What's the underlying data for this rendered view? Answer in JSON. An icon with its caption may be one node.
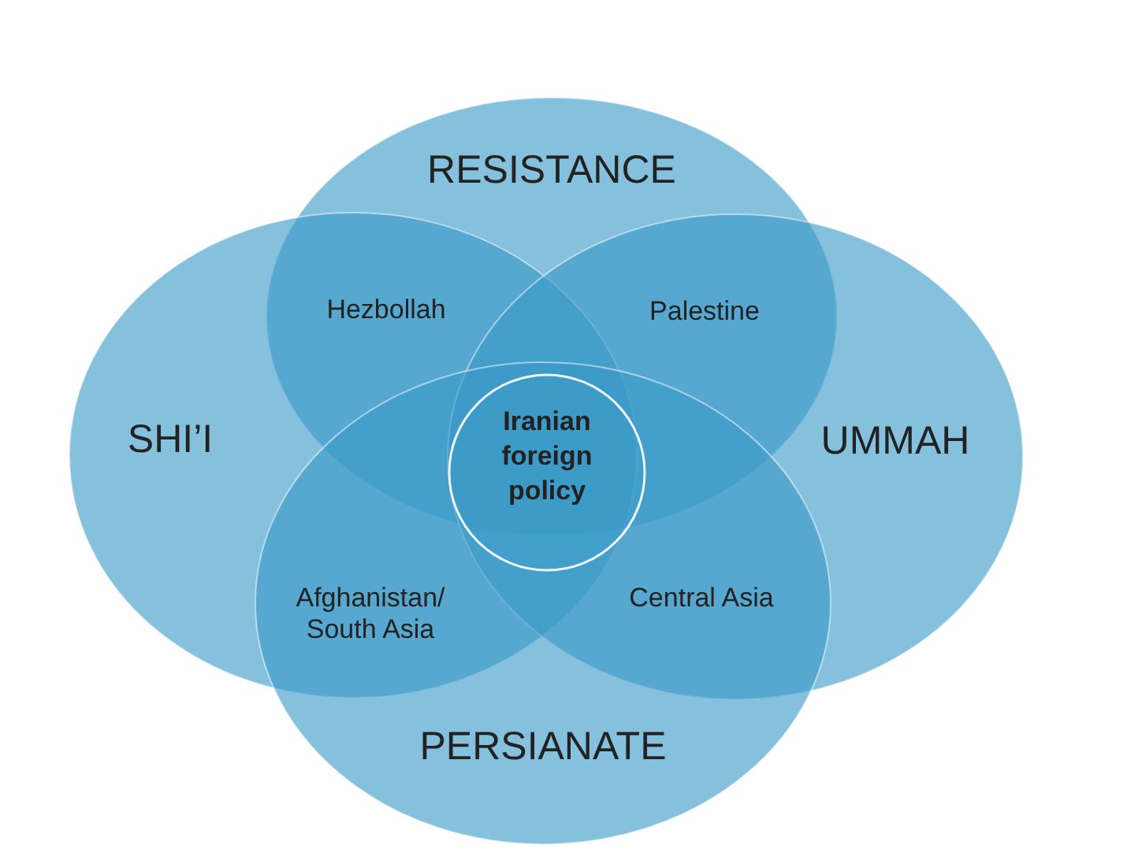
{
  "diagram": {
    "nodes": [
      {
        "text": [
          "RESISTANCE"
        ]
      },
      {
        "text": [
          "SHI’I"
        ]
      },
      {
        "text": [
          "UMMAH"
        ]
      },
      {
        "text": [
          "PERSIANATE"
        ]
      },
      {
        "text": [
          "Iranian foreign policy"
        ]
      }
    ],
    "labels": [
      "Hezbollah",
      "Palestine",
      "Afghanistan/ South Asia",
      "Central Asia"
    ]
  }
}
